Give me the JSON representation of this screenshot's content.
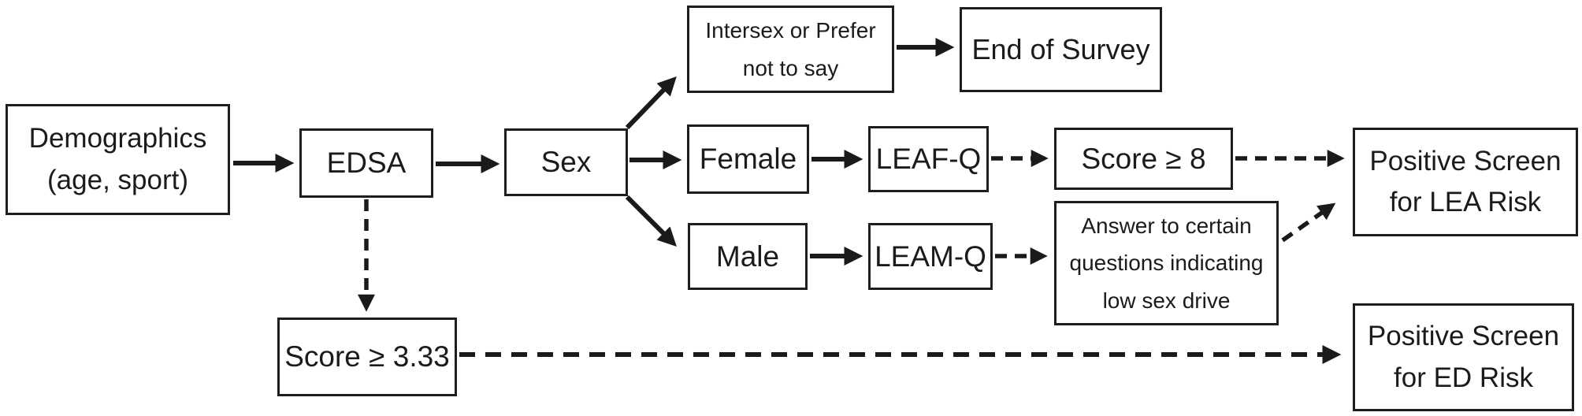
{
  "nodes": {
    "demographics": {
      "lines": [
        "Demographics",
        "(age, sport)"
      ]
    },
    "edsa": {
      "lines": [
        "EDSA"
      ]
    },
    "sex": {
      "lines": [
        "Sex"
      ]
    },
    "intersex": {
      "lines": [
        "Intersex or Prefer",
        "not to say"
      ]
    },
    "end_of_survey": {
      "lines": [
        "End of Survey"
      ]
    },
    "female": {
      "lines": [
        "Female"
      ]
    },
    "leaf_q": {
      "lines": [
        "LEAF-Q"
      ]
    },
    "score_8": {
      "lines": [
        "Score ≥ 8"
      ]
    },
    "male": {
      "lines": [
        "Male"
      ]
    },
    "leam_q": {
      "lines": [
        "LEAM-Q"
      ]
    },
    "low_sex_drive": {
      "lines": [
        "Answer to certain",
        "questions indicating",
        "low sex drive"
      ]
    },
    "lea_risk": {
      "lines": [
        "Positive Screen",
        "for LEA Risk"
      ]
    },
    "score_333": {
      "lines": [
        "Score ≥ 3.33"
      ]
    },
    "ed_risk": {
      "lines": [
        "Positive Screen",
        "for ED Risk"
      ]
    }
  },
  "colors": {
    "line": "#1a1a1a",
    "box_border": "#1e1e1e",
    "background": "#ffffff",
    "text": "#1b1b1b"
  }
}
